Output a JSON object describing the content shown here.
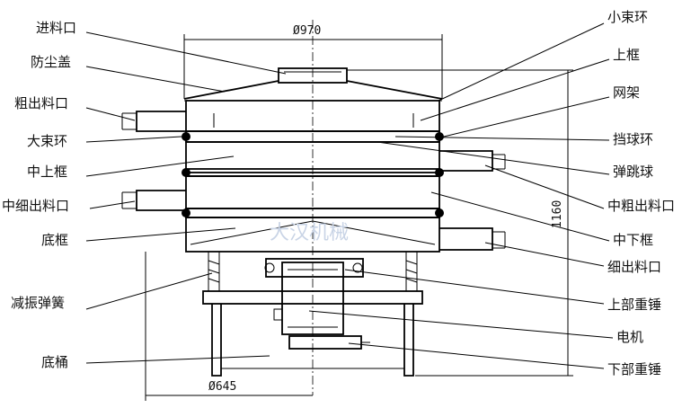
{
  "dimensions": {
    "top_diameter": "Ø970",
    "bottom_diameter": "Ø645",
    "height": "1160"
  },
  "watermark": "大汉机械",
  "labels_left": [
    "进料口",
    "防尘盖",
    "粗出料口",
    "大束环",
    "中上框",
    "中细出料口",
    "底框",
    "减振弹簧",
    "底桶"
  ],
  "labels_right": [
    "小束环",
    "上框",
    "网架",
    "挡球环",
    "弹跳球",
    "中粗出料口",
    "中下框",
    "细出料口",
    "上部重锤",
    "电机",
    "下部重锤"
  ]
}
